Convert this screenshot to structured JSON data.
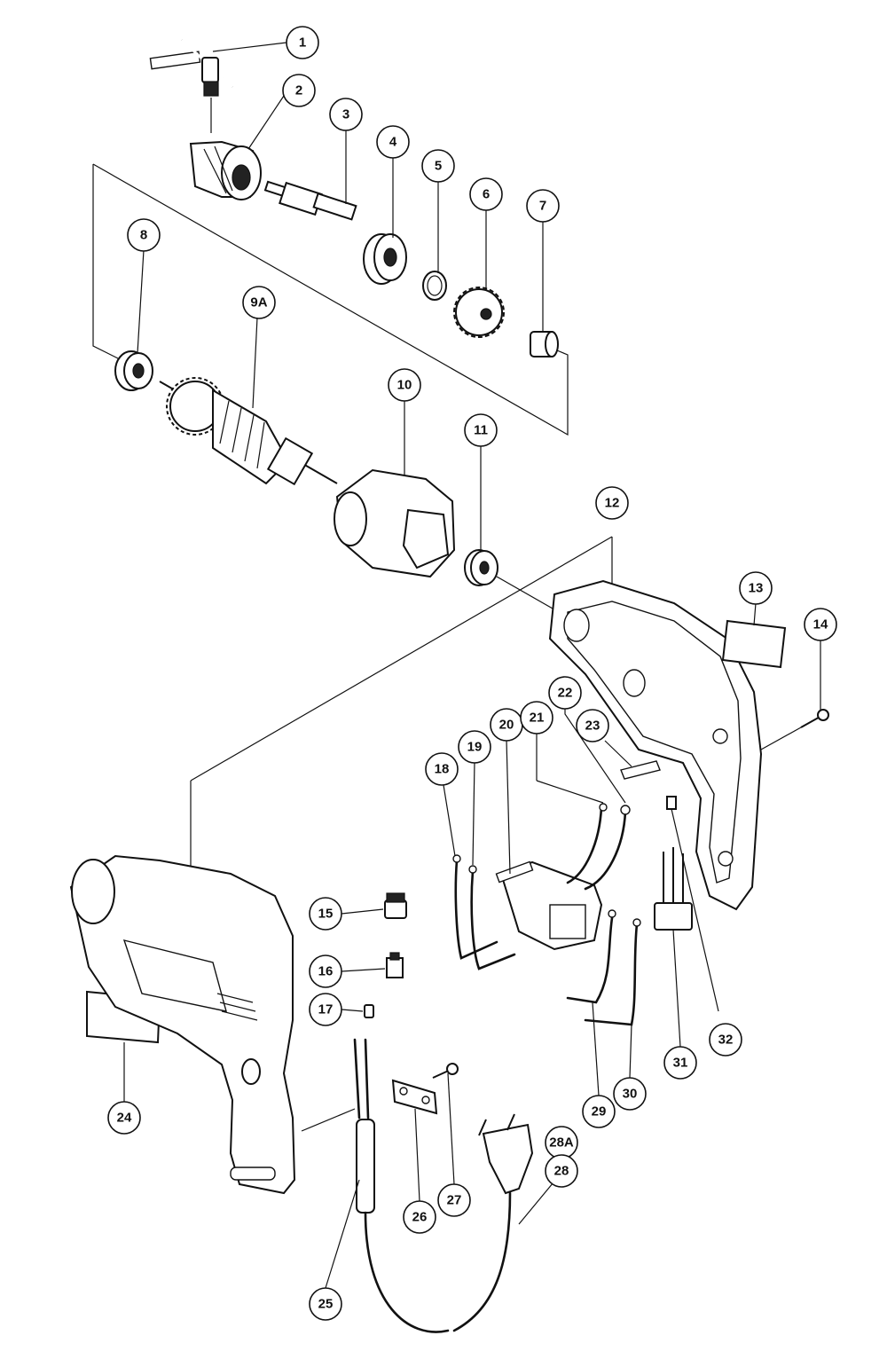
{
  "callouts": {
    "c1": "1",
    "c2": "2",
    "c3": "3",
    "c4": "4",
    "c5": "5",
    "c6": "6",
    "c7": "7",
    "c8": "8",
    "c9a": "9A",
    "c10": "10",
    "c11": "11",
    "c12": "12",
    "c13": "13",
    "c14": "14",
    "c15": "15",
    "c16": "16",
    "c17": "17",
    "c18": "18",
    "c19": "19",
    "c20": "20",
    "c21": "21",
    "c22": "22",
    "c23": "23",
    "c24": "24",
    "c25": "25",
    "c26": "26",
    "c27": "27",
    "c28a": "28A",
    "c28": "28",
    "c29": "29",
    "c30": "30",
    "c31": "31",
    "c32": "32"
  }
}
